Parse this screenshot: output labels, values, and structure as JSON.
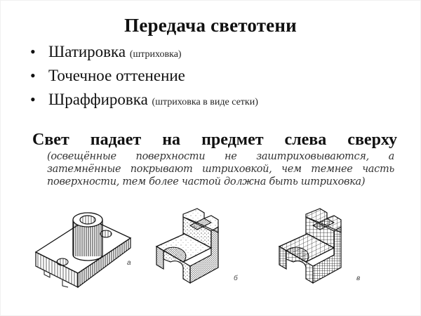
{
  "slide": {
    "title": "Передача светотени",
    "bullets": [
      {
        "label": "Шатировка",
        "note": "(штриховка)"
      },
      {
        "label": "Точечное оттенение",
        "note": ""
      },
      {
        "label": "Шраффировка",
        "note": "(штриховка в виде сетки)"
      }
    ],
    "heading": "Свет падает на предмет слева сверху",
    "description": "(освещённые поверхности не заштриховываются, а затемнённые покрывают штриховкой, чем темнее часть поверхности, тем более частой должна быть штриховка)",
    "figures": [
      {
        "label": "а",
        "technique": "hatching"
      },
      {
        "label": "б",
        "technique": "stippling"
      },
      {
        "label": "в",
        "technique": "crosshatching-grid"
      }
    ]
  }
}
